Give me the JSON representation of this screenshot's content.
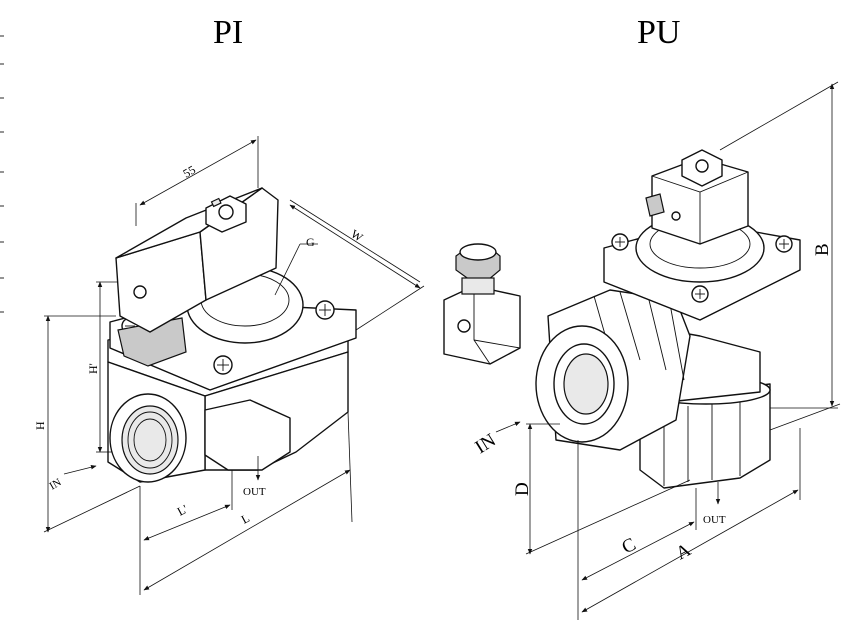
{
  "titles": {
    "left": "PI",
    "right": "PU"
  },
  "left_labels": {
    "dim_55": "55",
    "dim_w": "W",
    "dim_g": "G",
    "dim_h": "H",
    "dim_h1": "H'",
    "dim_l": "L",
    "dim_l1": "L'",
    "in": "IN",
    "out": "OUT"
  },
  "right_labels": {
    "dim_b": "B",
    "dim_d": "D",
    "dim_c": "C",
    "dim_a": "A",
    "in": "IN",
    "out": "OUT"
  }
}
